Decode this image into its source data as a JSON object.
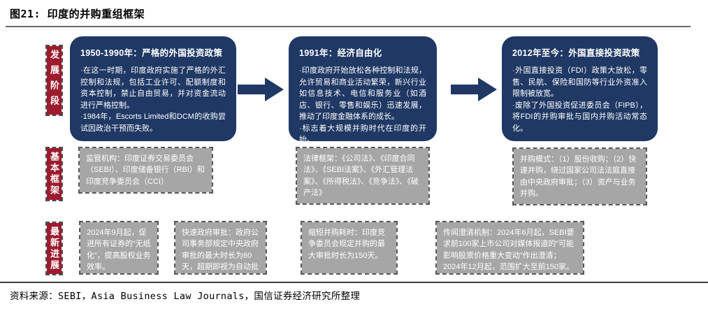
{
  "title": "图21: 印度的并购重组框架",
  "source": "资料来源：SEBI，Asia Business Law Journals，国信证券经济研究所整理",
  "colors": {
    "stage_box_navy": "#1F3864",
    "row_label_red": "#9E1B2E",
    "gray_box_fill": "#A6A6A6",
    "dashed_border_gray": "#595959",
    "arrow_navy": "#1F3864"
  },
  "row_labels": [
    {
      "label": "发展阶段"
    },
    {
      "label": "基本框架"
    },
    {
      "label": "最新进展"
    }
  ],
  "stages": [
    {
      "title": "1950-1990年：严格的外国投资政策",
      "bullets": [
        "·在这一时期，印度政府实施了严格的外汇控制和法规，包括工业许可、配额制度和资本控制，禁止自由贸易，并对资金流动进行严格控制。",
        "·1984年，Escorts Limited和DCM的收购尝试因政治干预而失败。"
      ]
    },
    {
      "title": "1991年：经济自由化",
      "bullets": [
        "·印度政府开始放松各种控制和法规，允许贸易和商业活动繁荣，新兴行业如信息技术、电信和服务业（如酒店、银行、零售和娱乐）迅速发展，推动了印度金融体系的成长。",
        "·标志着大规模并购时代在印度的开始。"
      ]
    },
    {
      "title": "2012年至今：外国直接投资政策",
      "bullets": [
        "·外国直接投资（FDI）政策大放松，零售、民航、保险和国防等行业外资准入限制被放宽。",
        "·废除了外国投资促进委员会（FIPB），将FDI的并购审批与国内并购活动常态化。"
      ]
    }
  ],
  "framework": [
    {
      "text": "监管机构：印度证券交易委员会（SEBI）、印度储备银行（RBI）和印度竞争委员会（CCI）"
    },
    {
      "text": "法律框架：《公司法》、《印度合同法》、《SEBI法案》、《外汇管理法案》、《所得税法》、《竞争法》、《破产法》"
    },
    {
      "text": "并购模式：（1）股份收购；（2）快速并购，绕过国家公司法法庭直接由中央政府审批；（3）资产与业务并购。"
    }
  ],
  "progress": [
    {
      "text": "2024年9月起，促进所有证券的“无纸化”，提高股权业务效率。"
    },
    {
      "text": "快速政府审批：政府公司事务部规定中央政府审批的最大时长为60天，超期即视为自动批准。"
    },
    {
      "text": "缩短并购耗时：印度竞争委员会规定并购的最大审批时长为150天。"
    },
    {
      "text": "传闻澄清机制：2024年6月起，SEBI要求前100家上市公司对媒体报道的“可能影响股票价格重大变动”作出澄清；2024年12月起，范围扩大至前150家。"
    }
  ]
}
